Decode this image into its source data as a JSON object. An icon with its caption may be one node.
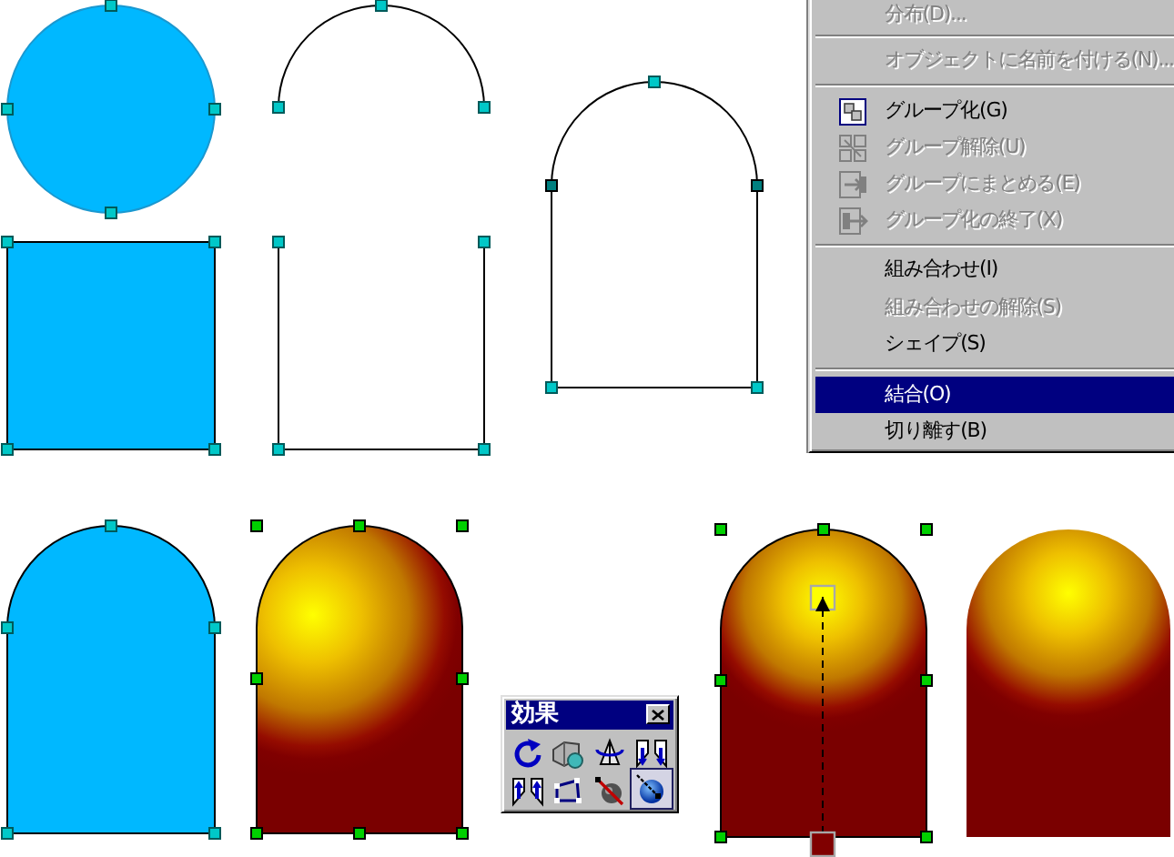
{
  "diagram": {
    "nodes": [
      {
        "text": [],
        "shape": "circle"
      },
      {
        "text": [],
        "shape": "arc"
      },
      {
        "text": [],
        "shape": "arch"
      },
      {
        "text": [],
        "shape": "box"
      },
      {
        "text": [],
        "shape": "box"
      },
      {
        "text": [],
        "shape": "arch"
      },
      {
        "text": [],
        "shape": "arch"
      },
      {
        "text": [],
        "shape": "arch"
      },
      {
        "text": [],
        "shape": "arch"
      }
    ],
    "labels": [
      "分布(D)...",
      "オブジェクトに名前を付ける(N)...",
      "グループ化(G)",
      "グループ解除(U)",
      "グループにまとめる(E)",
      "グループ化の終了(X)",
      "組み合わせ(I)",
      "組み合わせの解除(S)",
      "シェイプ(S)",
      "結合(O)",
      "切り離す(B)",
      "効果"
    ]
  }
}
